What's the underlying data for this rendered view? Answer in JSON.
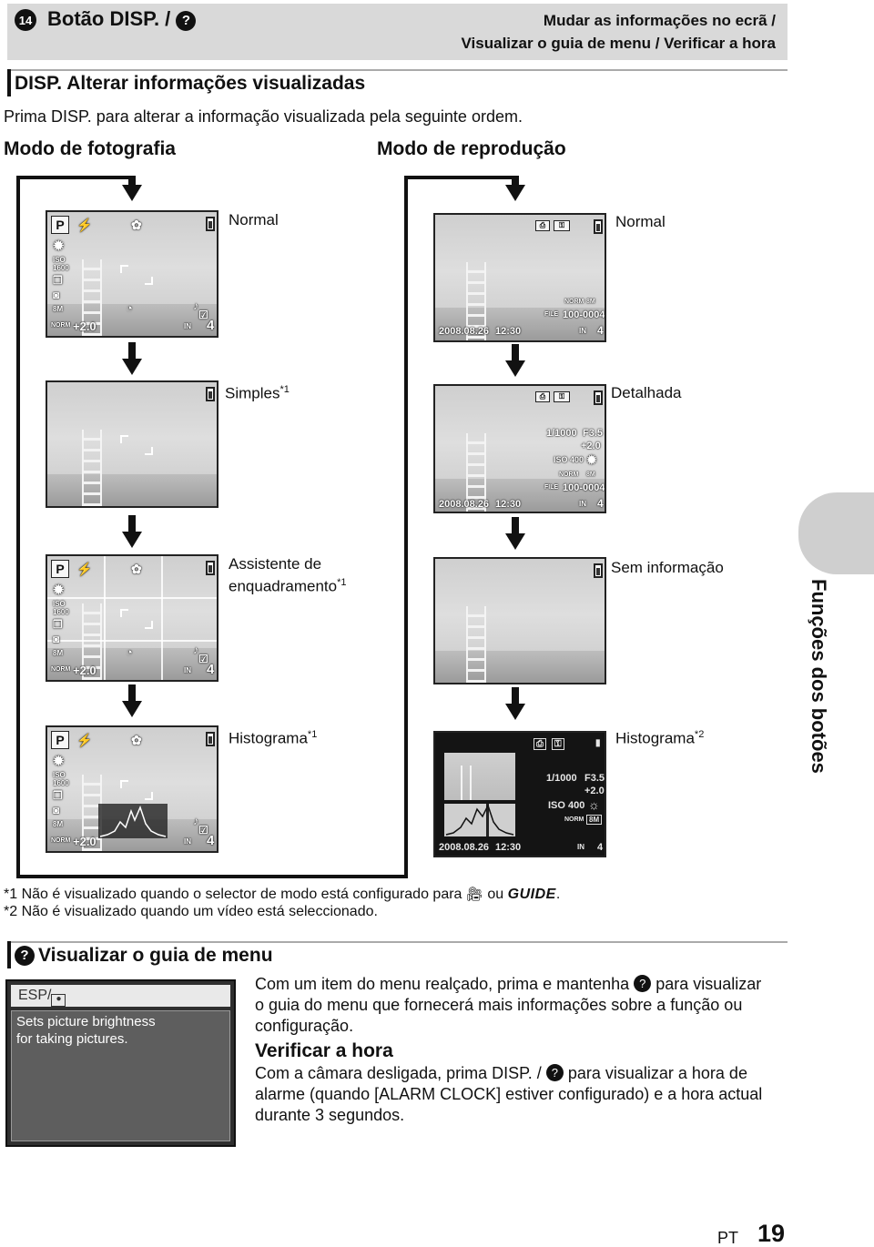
{
  "header": {
    "number": "14",
    "title": "Botão DISP. /",
    "title_icon": "question-icon",
    "right_line1": "Mudar as informações no ecrã /",
    "right_line2": "Visualizar o guia de menu / Verificar a hora"
  },
  "section1": {
    "title": "DISP. Alterar informações visualizadas",
    "intro": "Prima DISP. para alterar a informação visualizada pela seguinte ordem.",
    "shooting_mode": "Modo de fotografia",
    "playback_mode": "Modo de reprodução"
  },
  "shooting": {
    "normal_label": "Normal",
    "simple_label": "Simples",
    "simple_note": "*1",
    "framing_label_1": "Assistente de",
    "framing_label_2": "enquadramento",
    "framing_note": "*1",
    "histogram_label": "Histograma",
    "histogram_note": "*1",
    "osd": {
      "mode": "P",
      "iso": "ISO",
      "iso_value": "1600",
      "exposure": "+2.0",
      "shots": "4",
      "in": "IN",
      "norm": "NORM",
      "size": "8M"
    }
  },
  "playback": {
    "normal_label": "Normal",
    "detail_label": "Detalhada",
    "none_label": "Sem informação",
    "histogram_label": "Histograma",
    "histogram_note": "*2",
    "osd": {
      "date": "2008.08.26",
      "time": "12:30",
      "file": "100-0004",
      "shots": "4",
      "shutter": "1/1000",
      "aperture": "F3.5",
      "exposure": "+2.0",
      "iso": "ISO 400",
      "norm": "NORM",
      "size": "8M"
    }
  },
  "side_tab": "Funções dos botões",
  "notes": {
    "note1": "*1  Não é visualizado quando o selector de modo está configurado para",
    "note1_or": "ou",
    "note1_guide": "GUIDE",
    "note2": "*2  Não é visualizado quando um vídeo está seleccionado."
  },
  "section2": {
    "title": "Visualizar o guia de menu",
    "menu_header": "ESP/",
    "menu_text_1": "Sets picture brightness",
    "menu_text_2": "for taking pictures.",
    "para1_a": "Com um item do menu realçado, prima e mantenha",
    "para1_b": "para visualizar",
    "para1_c": "o guia do menu que fornecerá mais informações sobre a função ou",
    "para1_d": "configuração.",
    "heading": "Verificar a hora",
    "para2_a": "Com a câmara desligada, prima DISP. /",
    "para2_b": "para visualizar a hora de",
    "para2_c": "alarme (quando [ALARM CLOCK] estiver configurado) e a hora actual",
    "para2_d": "durante 3 segundos."
  },
  "footer": {
    "lang": "PT",
    "page": "19"
  }
}
